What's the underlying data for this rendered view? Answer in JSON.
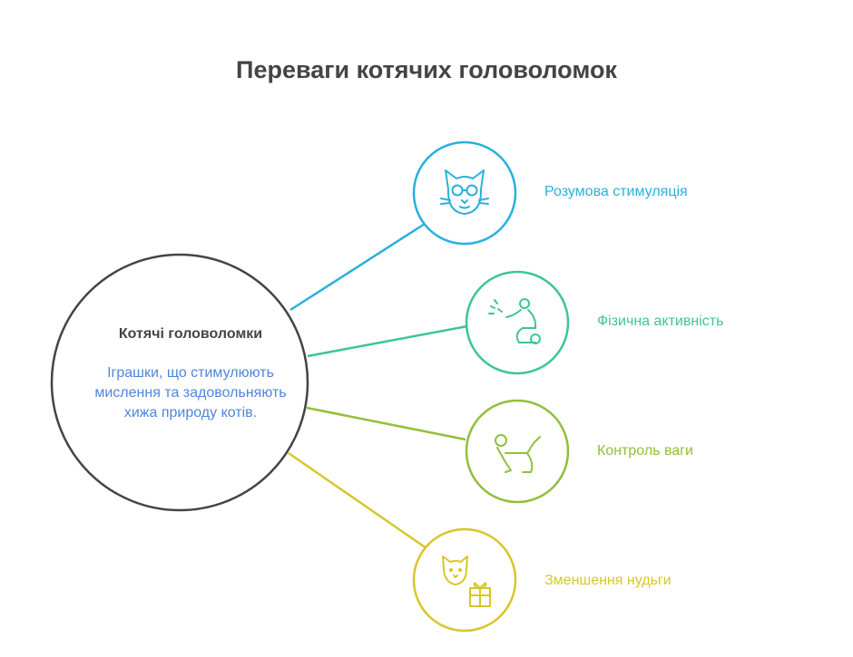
{
  "title": "Переваги котячих головоломок",
  "center": {
    "title": "Котячі головоломки",
    "description": "Іграшки, що стимулюють мислення та задовольняють хижа природу котів."
  },
  "branches": [
    {
      "label": "Розумова стимуляція",
      "icon": "cat-face-glasses-icon",
      "color": "#2ab0dd"
    },
    {
      "label": "Фізична активність",
      "icon": "playing-cat-icon",
      "color": "#3cc78e"
    },
    {
      "label": "Контроль ваги",
      "icon": "stretching-cat-icon",
      "color": "#92bf3a"
    },
    {
      "label": "Зменшення нудьги",
      "icon": "cat-gift-icon",
      "color": "#d6c72a"
    }
  ],
  "colors": {
    "center_outline": "#444444",
    "description_text": "#4f86d9"
  }
}
